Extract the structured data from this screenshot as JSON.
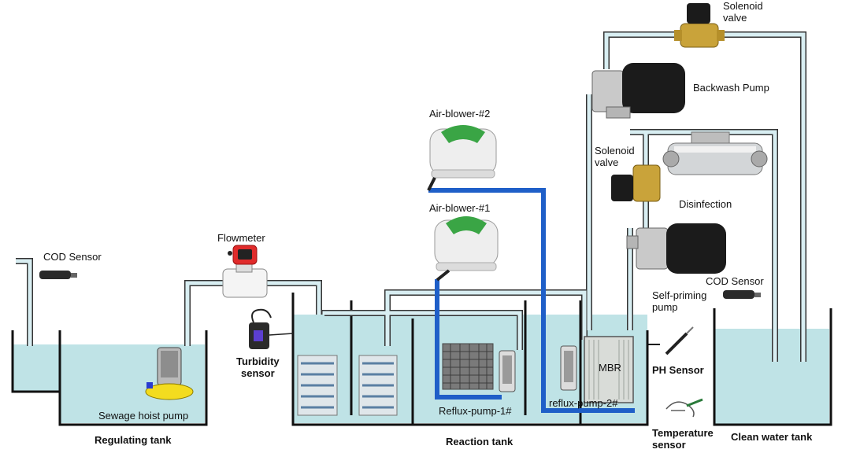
{
  "colors": {
    "water": "#bfe3e6",
    "tank_wall": "#111111",
    "pipe_fill": "#d8eef2",
    "pipe_edge": "#333333",
    "air_line": "#1f5fc8",
    "pump_yellow": "#f3dc1f",
    "brass": "#c9a33a",
    "motor_black": "#1b1b1b",
    "steel": "#c9c9c9",
    "blower_green": "#3aa545"
  },
  "tanks": {
    "regulating": "Regulating tank",
    "reaction": "Reaction tank",
    "clean_water": "Clean water tank"
  },
  "components": {
    "cod_sensor_left": "COD Sensor",
    "sewage_pump": "Sewage hoist pump",
    "flowmeter": "Flowmeter",
    "turbidity": "Turbidity\nsensor",
    "air_blower_2": "Air-blower-#2",
    "air_blower_1": "Air-blower-#1",
    "reflux_pump_1": "Reflux-pump-1#",
    "reflux_pump_2": "reflux-pump-2#",
    "mbr": "MBR",
    "solenoid_top": "Solenoid\nvalve",
    "backwash_pump": "Backwash Pump",
    "solenoid_mid": "Solenoid\nvalve",
    "disinfection": "Disinfection",
    "self_priming": "Self-priming\npump",
    "cod_sensor_right": "COD Sensor",
    "ph_sensor": "PH Sensor",
    "temperature": "Temperature\nsensor"
  }
}
